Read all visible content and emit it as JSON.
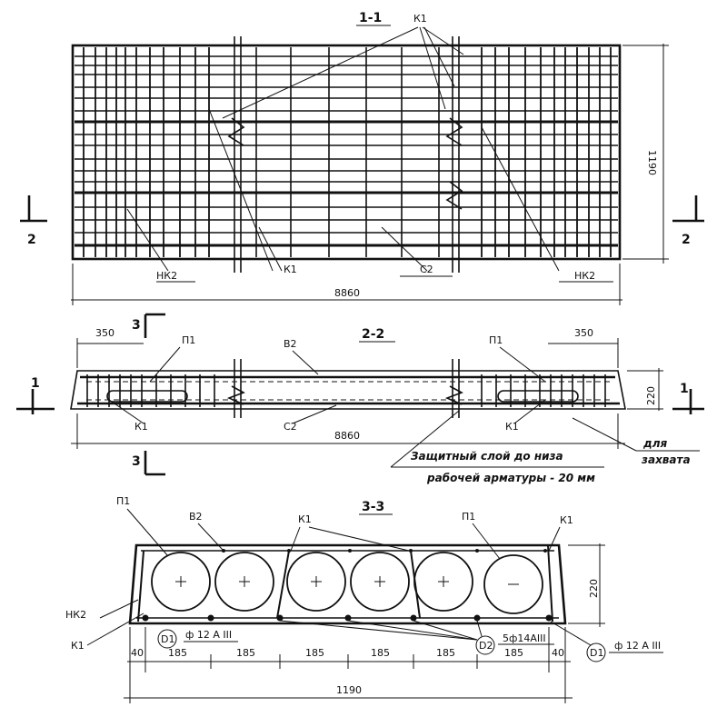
{
  "sections": {
    "s11": {
      "title": "1-1",
      "width_dim": "8860",
      "height_dim": "1190",
      "labels": {
        "k1_top": "К1",
        "k1_bottom": "К1",
        "nk2_left": "НК2",
        "nk2_right": "НК2",
        "c2": "С2"
      },
      "cut_marker": "2"
    },
    "s22": {
      "title": "2-2",
      "length_dim": "8860",
      "height_dim": "220",
      "end_dim_left": "350",
      "end_dim_right": "350",
      "labels": {
        "p1_left": "П1",
        "p1_right": "П1",
        "v2": "В2",
        "c2": "С2",
        "k1_left": "К1",
        "k1_right": "К1"
      },
      "cut_marker_left": "1",
      "cut_marker_right": "1",
      "cut_marker_3": "3",
      "note_lift": "для\nзахвата",
      "note_cover_1": "Защитный слой до низа",
      "note_cover_2": "рабочей арматуры - 20 мм"
    },
    "s33": {
      "title": "3-3",
      "height_dim": "220",
      "width_dim": "1190",
      "spacing": [
        "40",
        "185",
        "185",
        "185",
        "185",
        "185",
        "185",
        "40"
      ],
      "labels": {
        "p1_left": "П1",
        "p1_right": "П1",
        "v2": "В2",
        "k1_top": "К1",
        "k1_right": "К1",
        "nk2": "НК2",
        "k1_left": "К1"
      },
      "callouts": {
        "d1_left": {
          "mark": "D1",
          "text": "ф 12 А III"
        },
        "d2": {
          "mark": "D2",
          "text": "5ф14АIII"
        },
        "d1_right": {
          "mark": "D1",
          "text": "ф 12 А III"
        }
      }
    }
  }
}
